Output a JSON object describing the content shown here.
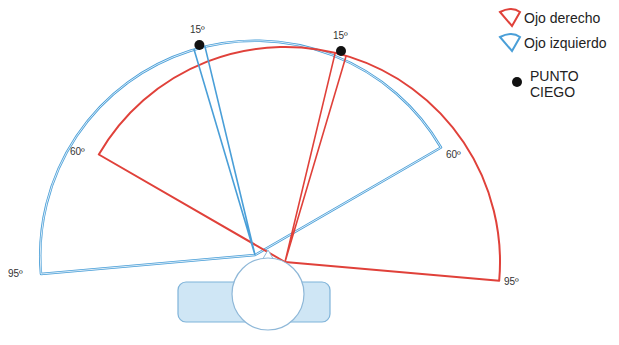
{
  "diagram": {
    "labels": [
      "15º",
      "15º",
      "60º",
      "60º",
      "95º",
      "95º"
    ],
    "legend": [
      {
        "text": "Ojo derecho"
      },
      {
        "text": "Ojo izquierdo"
      },
      {
        "text": "PUNTO CIEGO"
      }
    ]
  }
}
